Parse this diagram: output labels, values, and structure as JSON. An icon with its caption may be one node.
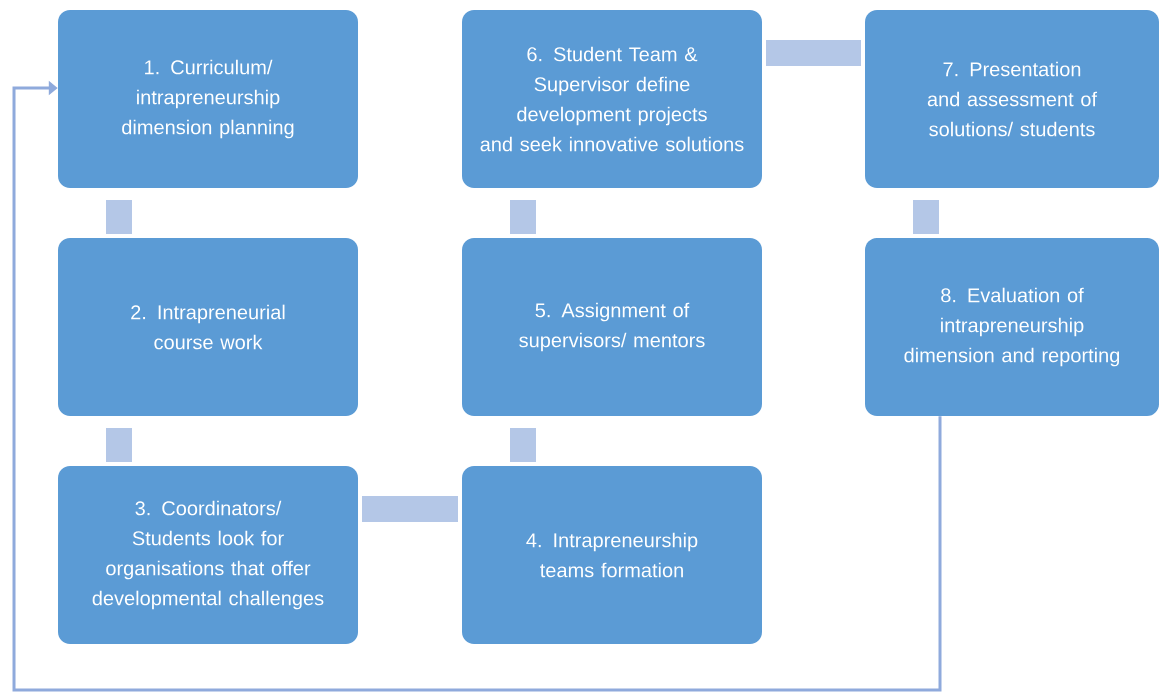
{
  "diagram": {
    "nodes": [
      {
        "text": [
          "1. Curriculum/ intrapreneurship dimension planning"
        ]
      },
      {
        "text": [
          "2. Intrapreneurial course work"
        ]
      },
      {
        "text": [
          "3. Coordinators/ Students look for organisations that offer developmental challenges"
        ]
      },
      {
        "text": [
          "4. Intrapreneurship teams formation"
        ]
      },
      {
        "text": [
          "5. Assignment of supervisors/ mentors"
        ]
      },
      {
        "text": [
          "6. Student Team & Supervisor define development projects and seek innovative solutions"
        ]
      },
      {
        "text": [
          "7. Presentation and assessment of solutions/ students"
        ]
      },
      {
        "text": [
          "8. Evaluation of intrapreneurship dimension and reporting"
        ]
      }
    ],
    "edges": [
      {
        "from": 0,
        "to": 1,
        "arrow": "none"
      },
      {
        "from": 1,
        "to": 2,
        "arrow": "none"
      },
      {
        "from": 2,
        "to": 3,
        "arrow": "none"
      },
      {
        "from": 3,
        "to": 4,
        "arrow": "none"
      },
      {
        "from": 4,
        "to": 5,
        "arrow": "none"
      },
      {
        "from": 5,
        "to": 6,
        "arrow": "none"
      },
      {
        "from": 6,
        "to": 7,
        "arrow": "none"
      },
      {
        "from": 7,
        "to": 0,
        "arrow": "to",
        "color": "#8faadc"
      }
    ]
  }
}
